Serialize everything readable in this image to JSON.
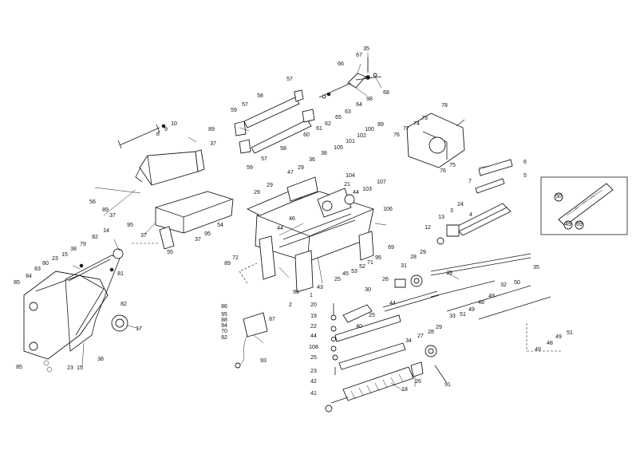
{
  "diagram": {
    "callouts": [
      {
        "id": "35a",
        "text": "35"
      },
      {
        "id": "67a",
        "text": "67"
      },
      {
        "id": "66",
        "text": "66"
      },
      {
        "id": "68",
        "text": "68"
      },
      {
        "id": "98",
        "text": "98"
      },
      {
        "id": "64",
        "text": "64"
      },
      {
        "id": "63",
        "text": "63"
      },
      {
        "id": "65",
        "text": "65"
      },
      {
        "id": "62",
        "text": "62"
      },
      {
        "id": "61",
        "text": "61"
      },
      {
        "id": "60",
        "text": "60"
      },
      {
        "id": "57a",
        "text": "57"
      },
      {
        "id": "58a",
        "text": "58"
      },
      {
        "id": "59a",
        "text": "59"
      },
      {
        "id": "57b",
        "text": "57"
      },
      {
        "id": "58b",
        "text": "58"
      },
      {
        "id": "59b",
        "text": "59"
      },
      {
        "id": "57c",
        "text": "57"
      },
      {
        "id": "10",
        "text": "10"
      },
      {
        "id": "9",
        "text": "9"
      },
      {
        "id": "8",
        "text": "8"
      },
      {
        "id": "89a",
        "text": "89"
      },
      {
        "id": "37a",
        "text": "37"
      },
      {
        "id": "78",
        "text": "78"
      },
      {
        "id": "73",
        "text": "73"
      },
      {
        "id": "74",
        "text": "74"
      },
      {
        "id": "77",
        "text": "77"
      },
      {
        "id": "76a",
        "text": "76"
      },
      {
        "id": "75",
        "text": "75"
      },
      {
        "id": "76b",
        "text": "76"
      },
      {
        "id": "100",
        "text": "100"
      },
      {
        "id": "89b",
        "text": "89"
      },
      {
        "id": "101",
        "text": "101"
      },
      {
        "id": "102",
        "text": "102"
      },
      {
        "id": "105",
        "text": "105"
      },
      {
        "id": "104",
        "text": "104"
      },
      {
        "id": "107",
        "text": "107"
      },
      {
        "id": "103",
        "text": "103"
      },
      {
        "id": "38a",
        "text": "38"
      },
      {
        "id": "36",
        "text": "36"
      },
      {
        "id": "21",
        "text": "21"
      },
      {
        "id": "44a",
        "text": "44"
      },
      {
        "id": "29a",
        "text": "29"
      },
      {
        "id": "29b",
        "text": "29"
      },
      {
        "id": "29c",
        "text": "29"
      },
      {
        "id": "47",
        "text": "47"
      },
      {
        "id": "56",
        "text": "56"
      },
      {
        "id": "89c",
        "text": "89"
      },
      {
        "id": "37b",
        "text": "37"
      },
      {
        "id": "95a",
        "text": "95"
      },
      {
        "id": "37c",
        "text": "37"
      },
      {
        "id": "95b",
        "text": "95"
      },
      {
        "id": "37d",
        "text": "37"
      },
      {
        "id": "54",
        "text": "54"
      },
      {
        "id": "55",
        "text": "55"
      },
      {
        "id": "46",
        "text": "46"
      },
      {
        "id": "44b",
        "text": "44"
      },
      {
        "id": "106",
        "text": "106"
      },
      {
        "id": "7",
        "text": "7"
      },
      {
        "id": "6",
        "text": "6"
      },
      {
        "id": "5",
        "text": "5"
      },
      {
        "id": "24",
        "text": "24"
      },
      {
        "id": "3",
        "text": "3"
      },
      {
        "id": "4",
        "text": "4"
      },
      {
        "id": "13",
        "text": "13"
      },
      {
        "id": "12",
        "text": "12"
      },
      {
        "id": "69",
        "text": "69"
      },
      {
        "id": "95c",
        "text": "95"
      },
      {
        "id": "71",
        "text": "71"
      },
      {
        "id": "52",
        "text": "52"
      },
      {
        "id": "53",
        "text": "53"
      },
      {
        "id": "45",
        "text": "45"
      },
      {
        "id": "25a",
        "text": "25"
      },
      {
        "id": "43",
        "text": "43"
      },
      {
        "id": "1",
        "text": "1"
      },
      {
        "id": "96",
        "text": "96"
      },
      {
        "id": "2",
        "text": "2"
      },
      {
        "id": "72",
        "text": "72"
      },
      {
        "id": "89d",
        "text": "89"
      },
      {
        "id": "14",
        "text": "14"
      },
      {
        "id": "82a",
        "text": "82"
      },
      {
        "id": "79",
        "text": "79"
      },
      {
        "id": "15a",
        "text": "15"
      },
      {
        "id": "38b",
        "text": "38"
      },
      {
        "id": "81",
        "text": "81"
      },
      {
        "id": "23a",
        "text": "23"
      },
      {
        "id": "83",
        "text": "83"
      },
      {
        "id": "80",
        "text": "80"
      },
      {
        "id": "84",
        "text": "84"
      },
      {
        "id": "85a",
        "text": "85"
      },
      {
        "id": "85b",
        "text": "85"
      },
      {
        "id": "82b",
        "text": "82"
      },
      {
        "id": "17",
        "text": "17"
      },
      {
        "id": "23b",
        "text": "23"
      },
      {
        "id": "15b",
        "text": "15"
      },
      {
        "id": "38c",
        "text": "38"
      },
      {
        "id": "86",
        "text": "86"
      },
      {
        "id": "95d",
        "text": "95"
      },
      {
        "id": "88",
        "text": "88"
      },
      {
        "id": "94",
        "text": "94"
      },
      {
        "id": "70",
        "text": "70"
      },
      {
        "id": "92",
        "text": "92"
      },
      {
        "id": "87",
        "text": "87"
      },
      {
        "id": "93",
        "text": "93"
      },
      {
        "id": "31",
        "text": "31"
      },
      {
        "id": "29d",
        "text": "29"
      },
      {
        "id": "28a",
        "text": "28"
      },
      {
        "id": "35b",
        "text": "35"
      },
      {
        "id": "26a",
        "text": "26"
      },
      {
        "id": "39",
        "text": "39"
      },
      {
        "id": "32",
        "text": "32"
      },
      {
        "id": "30",
        "text": "30"
      },
      {
        "id": "50",
        "text": "50"
      },
      {
        "id": "20",
        "text": "20"
      },
      {
        "id": "44c",
        "text": "44"
      },
      {
        "id": "25b",
        "text": "25"
      },
      {
        "id": "19",
        "text": "19"
      },
      {
        "id": "22",
        "text": "22"
      },
      {
        "id": "33",
        "text": "33"
      },
      {
        "id": "51a",
        "text": "51"
      },
      {
        "id": "49a",
        "text": "49"
      },
      {
        "id": "48a",
        "text": "48"
      },
      {
        "id": "49b",
        "text": "49"
      },
      {
        "id": "44d",
        "text": "44"
      },
      {
        "id": "108",
        "text": "108"
      },
      {
        "id": "40",
        "text": "40"
      },
      {
        "id": "34",
        "text": "34"
      },
      {
        "id": "25c",
        "text": "25"
      },
      {
        "id": "27",
        "text": "27"
      },
      {
        "id": "28b",
        "text": "28"
      },
      {
        "id": "29e",
        "text": "29"
      },
      {
        "id": "23c",
        "text": "23"
      },
      {
        "id": "42",
        "text": "42"
      },
      {
        "id": "41",
        "text": "41"
      },
      {
        "id": "18",
        "text": "18"
      },
      {
        "id": "26b",
        "text": "26"
      },
      {
        "id": "91",
        "text": "91"
      },
      {
        "id": "51b",
        "text": "51"
      },
      {
        "id": "49c",
        "text": "49"
      },
      {
        "id": "48b",
        "text": "48"
      },
      {
        "id": "49d",
        "text": "49"
      },
      {
        "id": "50i",
        "text": "50"
      },
      {
        "id": "49i",
        "text": "49"
      },
      {
        "id": "69i",
        "text": "69"
      }
    ]
  }
}
